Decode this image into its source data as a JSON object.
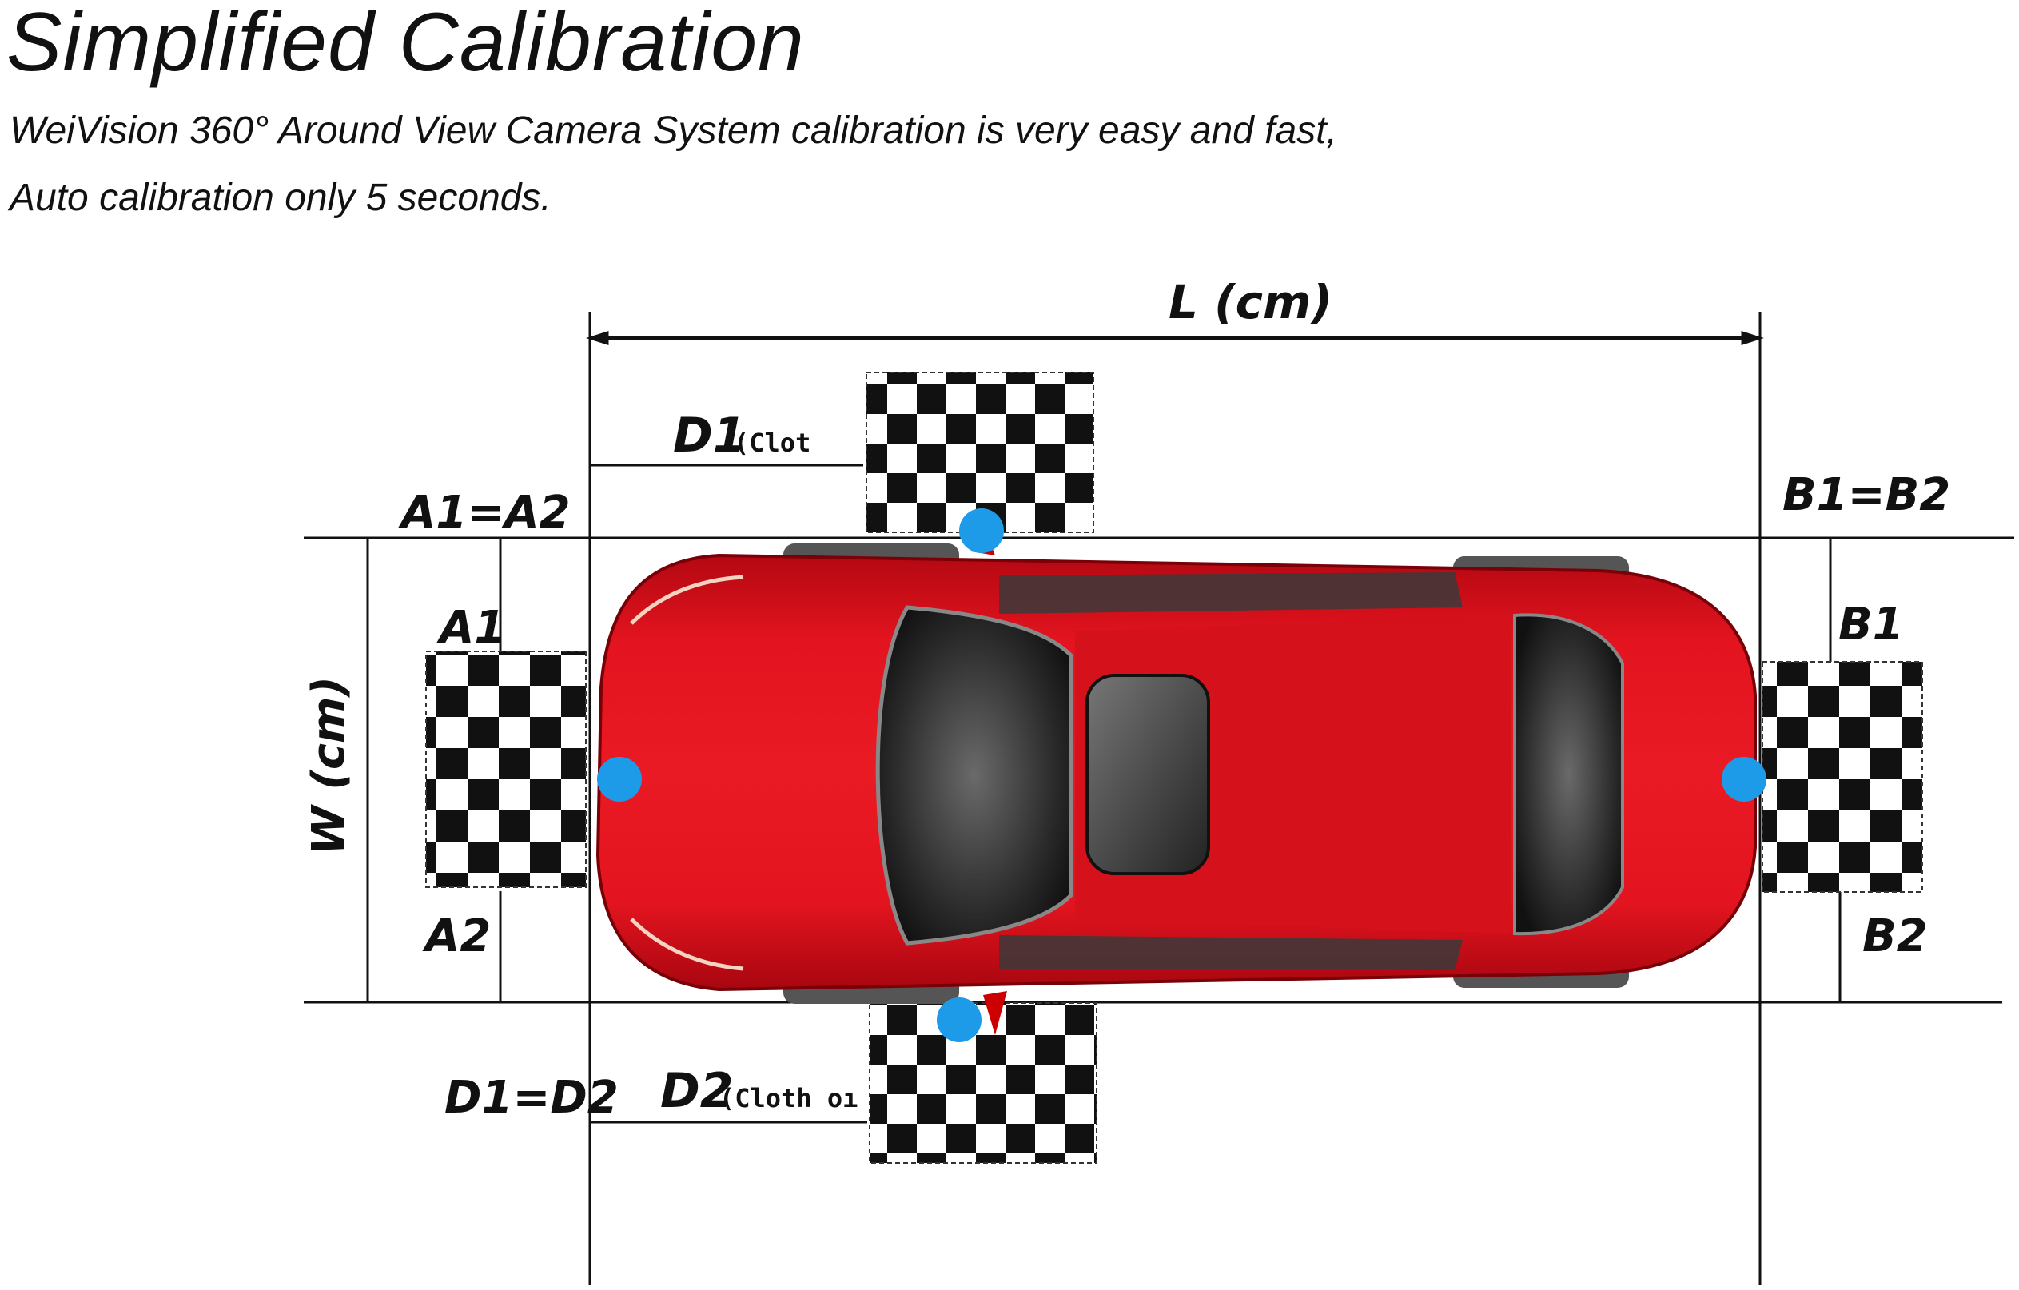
{
  "header": {
    "title": "Simplified Calibration",
    "line1": "WeiVision 360° Around View Camera System calibration is very easy and fast,",
    "line2": "Auto calibration only 5 seconds."
  },
  "diagram": {
    "length_label": "L (cm)",
    "width_label": "W (cm)",
    "a_equal": "A1=A2",
    "a1": "A1",
    "a2": "A2",
    "b_equal": "B1=B2",
    "b1": "B1",
    "b2": "B2",
    "d1": "D1",
    "d1_note": "(Clot",
    "d2": "D2",
    "d2_note": "(Cloth oı",
    "d_equal": "D1=D2"
  },
  "colors": {
    "car_body": "#d8101c",
    "camera_dot": "#1e9be8",
    "board_dark": "#111111"
  },
  "icons": {
    "car": "car-top-view-icon",
    "camera": "camera-dot-icon",
    "board": "checkerboard-icon"
  }
}
